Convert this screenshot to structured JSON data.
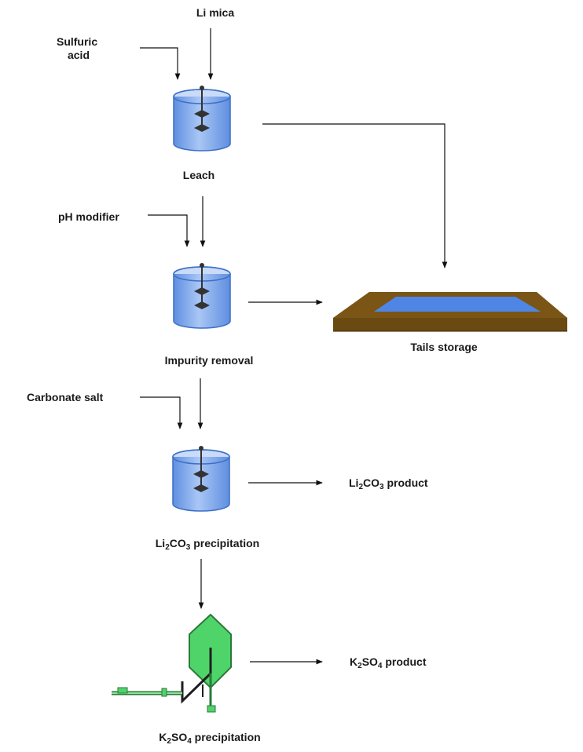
{
  "inputs": {
    "li_mica": "Li mica",
    "sulfuric_acid": [
      "Sulfuric",
      "acid"
    ],
    "ph_modifier": "pH modifier",
    "carbonate_salt": "Carbonate salt"
  },
  "units": {
    "leach": "Leach",
    "impurity_removal": "Impurity removal",
    "li2co3_precipitation": {
      "prefix": "Li",
      "sub1": "2",
      "mid": "CO",
      "sub2": "3",
      "suffix": " precipitation"
    },
    "k2so4_precipitation": {
      "prefix": "K",
      "sub1": "2",
      "mid": "SO",
      "sub2": "4",
      "suffix": " precipitation"
    }
  },
  "outputs": {
    "tails_storage": "Tails storage",
    "li2co3_product": {
      "prefix": "Li",
      "sub1": "2",
      "mid": "CO",
      "sub2": "3",
      "suffix": " product"
    },
    "k2so4_product": {
      "prefix": "K",
      "sub1": "2",
      "mid": "SO",
      "sub2": "4",
      "suffix": " product"
    }
  },
  "colors": {
    "tank_fill": "#8fb4ee",
    "tank_stroke": "#3d6fc4",
    "tails_earth": "#6b4a12",
    "tails_water": "#4f86e6",
    "crystallizer": "#4fd46a",
    "crystallizer_pipe": "#2a7a3a"
  }
}
